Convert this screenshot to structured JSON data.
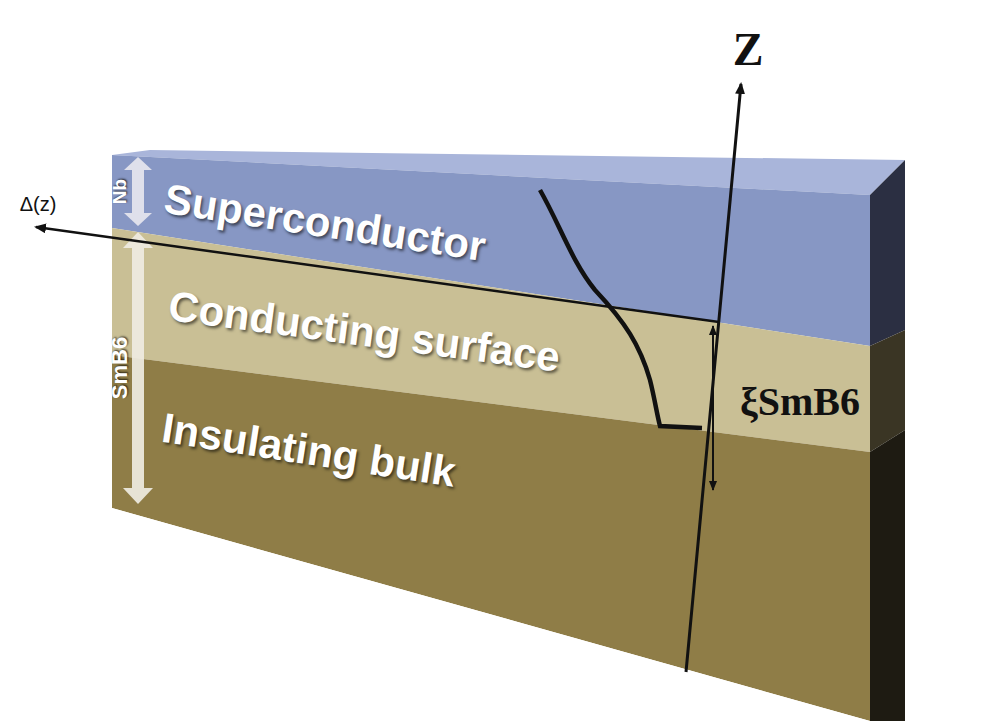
{
  "diagram": {
    "nodes": [
      {
        "text": [
          "Superconductor"
        ]
      },
      {
        "text": [
          "Conducting surface"
        ]
      },
      {
        "text": [
          "Insulating bulk"
        ]
      }
    ],
    "labels": [
      "Nb",
      "SmB6",
      "Δ(z)",
      "Z",
      "ξSmB6"
    ]
  }
}
